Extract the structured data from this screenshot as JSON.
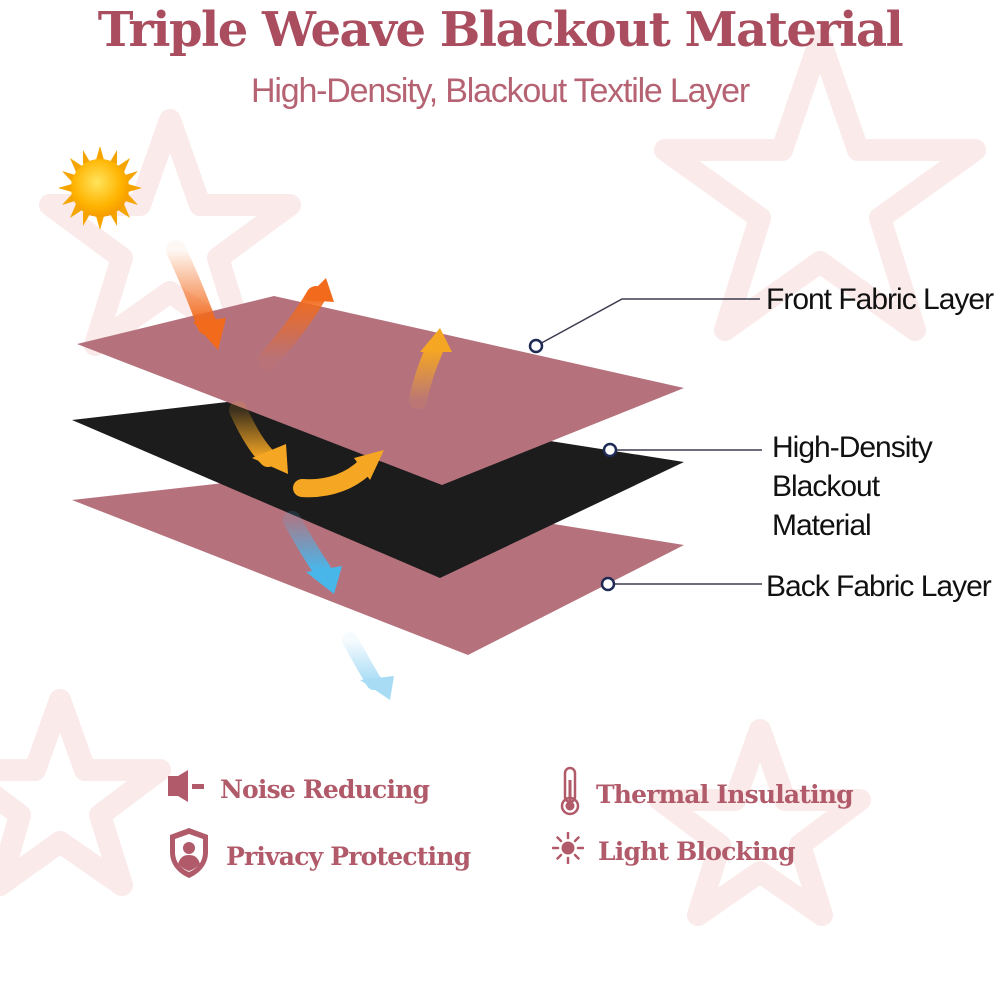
{
  "title": "Triple Weave Blackout Material",
  "subtitle": "High-Density, Blackout Textile Layer",
  "layers": {
    "front": "Front Fabric Layer",
    "middle": [
      "High-Density",
      "Blackout",
      "Material"
    ],
    "back": "Back Fabric Layer"
  },
  "features": {
    "noise": "Noise Reducing",
    "thermal": "Thermal Insulating",
    "privacy": "Privacy Protecting",
    "light": "Light Blocking"
  },
  "icons": {
    "noise": "speaker-icon",
    "thermal": "thermometer-icon",
    "privacy": "shield-user-icon",
    "light": "sun-outline-icon",
    "sun": "sun-icon"
  },
  "colors": {
    "title": "#a94d5f",
    "fabric": "#b5727d",
    "blackout": "#1c1c1c",
    "heat_arrow": "#f26a1b",
    "light_arrow": "#f5a623",
    "cool_arrow": "#49b6ea",
    "icon": "#b05a6a"
  }
}
